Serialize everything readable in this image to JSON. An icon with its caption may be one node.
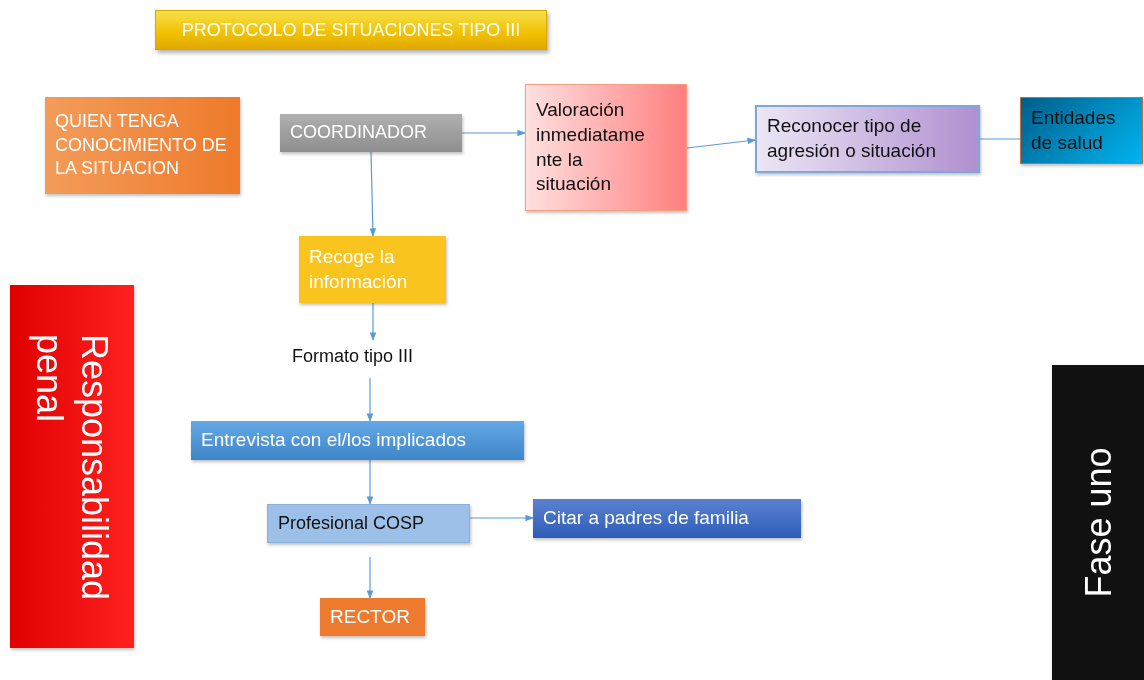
{
  "diagram": {
    "title": "PROTOCOLO DE SITUACIONES TIPO III",
    "nodes": [
      {
        "text": [
          "QUIEN TENGA CONOCIMIENTO DE LA SITUACION"
        ]
      },
      {
        "text": [
          "COORDINADOR"
        ]
      },
      {
        "text": [
          "Valoración inmediatame nte la situación"
        ]
      },
      {
        "text": [
          "Reconocer tipo de agresión o situación"
        ]
      },
      {
        "text": [
          "Entidades de salud"
        ]
      },
      {
        "text": [
          "Recoge la información"
        ]
      },
      {
        "text": [
          "Formato tipo III"
        ]
      },
      {
        "text": [
          "Entrevista con el/los implicados"
        ]
      },
      {
        "text": [
          "Profesional COSP"
        ]
      },
      {
        "text": [
          "Citar a padres de familia"
        ]
      },
      {
        "text": [
          "RECTOR"
        ]
      },
      {
        "text": [
          "Responsabilidad penal"
        ]
      },
      {
        "text": [
          "Fase uno"
        ]
      }
    ],
    "edges": [
      {
        "from": 1,
        "to": 2,
        "arrow": "to"
      },
      {
        "from": 2,
        "to": 3,
        "arrow": "to"
      },
      {
        "from": 3,
        "to": 4,
        "arrow": "none"
      },
      {
        "from": 1,
        "to": 5,
        "arrow": "to"
      },
      {
        "from": 5,
        "to": 6,
        "arrow": "to"
      },
      {
        "from": 6,
        "to": 7,
        "arrow": "to"
      },
      {
        "from": 7,
        "to": 8,
        "arrow": "to"
      },
      {
        "from": 8,
        "to": 9,
        "arrow": "to"
      },
      {
        "from": 8,
        "to": 10,
        "arrow": "to"
      }
    ]
  }
}
